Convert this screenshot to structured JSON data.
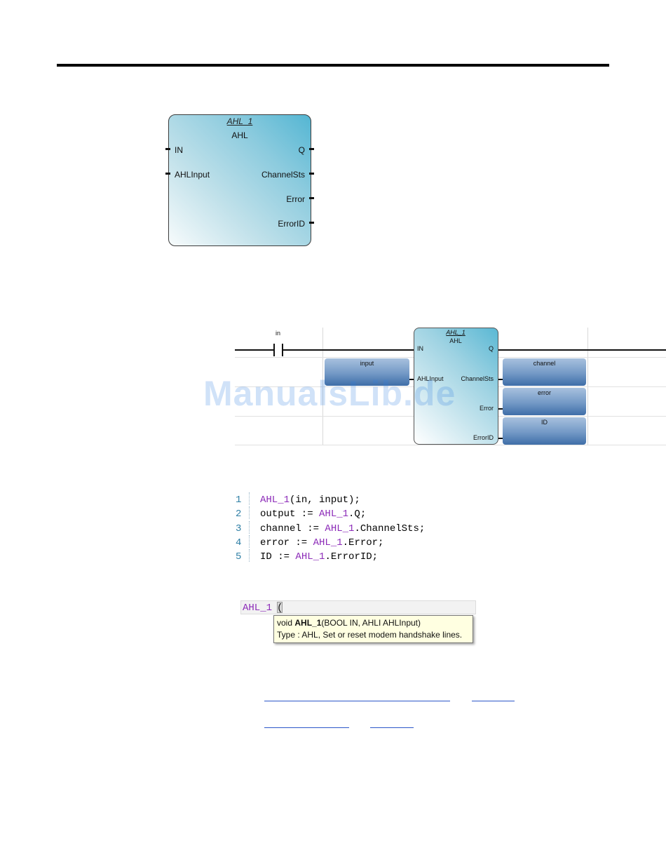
{
  "block": {
    "instance": "AHL_1",
    "type": "AHL",
    "inputs": [
      "IN",
      "AHLInput"
    ],
    "outputs": [
      "Q",
      "ChannelSts",
      "Error",
      "ErrorID"
    ]
  },
  "ladder": {
    "contact_label": "in",
    "instance": "AHL_1",
    "type": "AHL",
    "inputs": [
      "IN",
      "AHLInput"
    ],
    "outputs": [
      "Q",
      "ChannelSts",
      "Error",
      "ErrorID"
    ],
    "input_variable": "input",
    "output_variables": [
      "channel",
      "error",
      "ID"
    ]
  },
  "code": {
    "lines": [
      {
        "num": "1",
        "id": "AHL_1",
        "pre": "",
        "post": "(in, input);"
      },
      {
        "num": "2",
        "id": "AHL_1",
        "pre": "output := ",
        "post": ".Q;"
      },
      {
        "num": "3",
        "id": "AHL_1",
        "pre": "channel := ",
        "post": ".ChannelSts;"
      },
      {
        "num": "4",
        "id": "AHL_1",
        "pre": "error := ",
        "post": ".Error;"
      },
      {
        "num": "5",
        "id": "AHL_1",
        "pre": "ID := ",
        "post": ".ErrorID;"
      }
    ]
  },
  "intellisense": {
    "typed": "AHL_1",
    "paren": "(",
    "sig_prefix": "void ",
    "sig_name": "AHL_1",
    "sig_args": "(BOOL IN, AHLI AHLInput)",
    "desc": "Type : AHL, Set or reset modem handshake lines."
  },
  "watermark": "ManualsLib.de",
  "colors": {
    "keyword": "#8c2bb8",
    "line_number": "#2f7fa5",
    "link": "#2b57c9"
  }
}
